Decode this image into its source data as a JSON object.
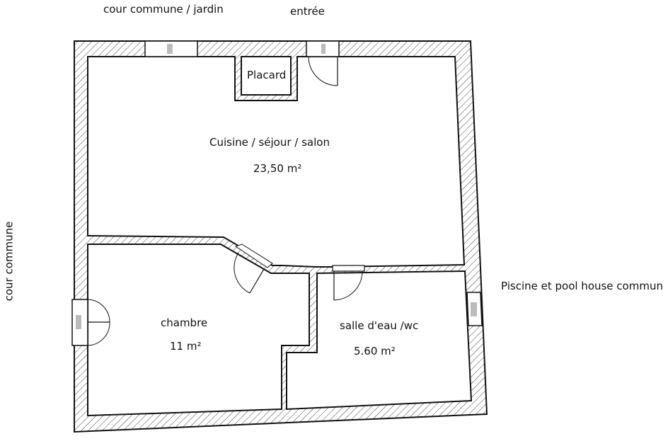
{
  "labels": {
    "top_left": "cour commune / jardin",
    "top_right": "entrée",
    "left": "cour commune",
    "right": "Piscine et pool house commun"
  },
  "rooms": [
    {
      "name": "Cuisine / séjour / salon",
      "area": "23,50 m²"
    },
    {
      "name": "chambre",
      "area": "11 m²"
    },
    {
      "name": "salle d'eau /wc",
      "area": "5.60 m²"
    },
    {
      "name": "Placard"
    }
  ],
  "colors": {
    "wall": "#111111",
    "window_mark": "#bbbbbb"
  }
}
